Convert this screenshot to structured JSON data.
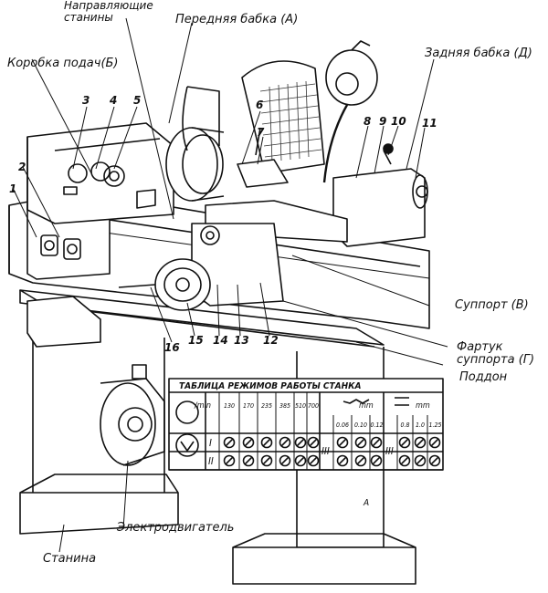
{
  "labels": {
    "guides": "Направляющие\nстанины",
    "headstock": "Передняя бабка (А)",
    "feed_box": "Коробка подач(Б)",
    "tailstock": "Задняя бабка (Д)",
    "carriage": "Суппорт (В)",
    "apron": "Фартук\nсуппорта (Г)",
    "tray": "Поддон",
    "motor": "Электродвигатель",
    "bed": "Станина"
  },
  "part_numbers": [
    "1",
    "2",
    "3",
    "4",
    "5",
    "6",
    "7",
    "8",
    "9",
    "10",
    "11",
    "12",
    "13",
    "14",
    "15",
    "16"
  ],
  "table": {
    "title": "ТАБЛИЦА   РЕЖИМОВ   РАБОТЫ   СТАНКА",
    "rpm_unit": "/min",
    "speeds": [
      "130",
      "170",
      "235",
      "385",
      "510",
      "700"
    ],
    "feed_unit_1": "mm",
    "feed_unit_2": "mm",
    "feeds": [
      "0.06",
      "0.10",
      "0.12"
    ],
    "threads": [
      "0.8",
      "1.0",
      "1.25"
    ],
    "roman": [
      "I",
      "II",
      "III",
      "III"
    ],
    "bed_mark": "A"
  }
}
